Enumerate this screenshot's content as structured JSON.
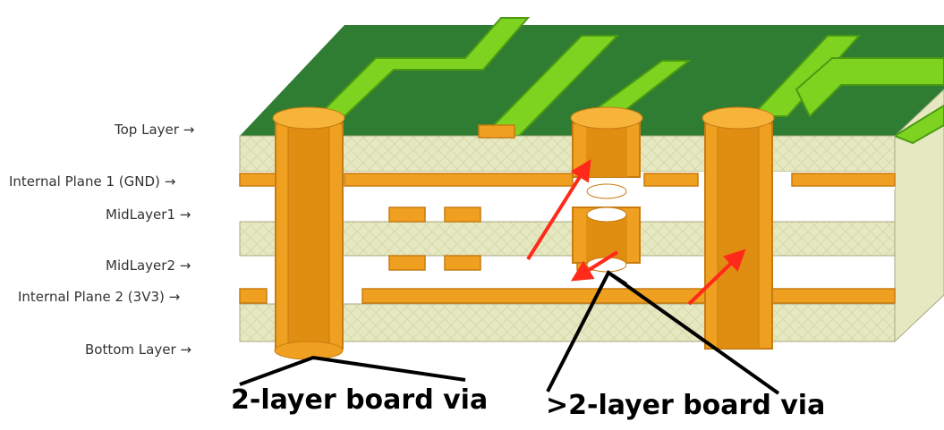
{
  "layers": [
    {
      "label": "Top Layer"
    },
    {
      "label": "Internal Plane 1 (GND)"
    },
    {
      "label": "MidLayer1"
    },
    {
      "label": "MidLayer2"
    },
    {
      "label": "Internal Plane 2 (3V3)"
    },
    {
      "label": "Bottom Layer"
    }
  ],
  "arrow_glyph": "→",
  "callouts": {
    "two_layer": "2-layer board via",
    "multi_layer": ">2-layer board via"
  },
  "colors": {
    "board_top": "#2e7d32",
    "board_side": "#1f5e22",
    "trace": "#7ed321",
    "copper": "#f0a020",
    "copper_dark": "#c77b10",
    "dielectric": "#e6e8c2",
    "highlight_arrow": "#ff2a1a"
  }
}
